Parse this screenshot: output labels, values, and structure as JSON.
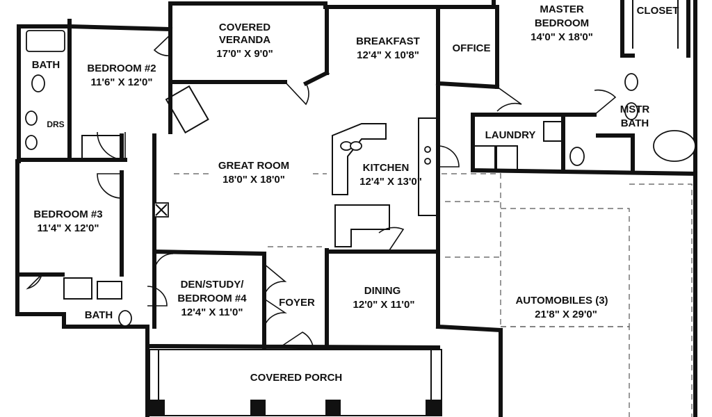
{
  "rooms": {
    "covered_veranda": {
      "name_line1": "COVERED",
      "name_line2": "VERANDA",
      "size": "17'0\" X 9'0\""
    },
    "breakfast": {
      "name": "BREAKFAST",
      "size": "12'4\" X 10'8\""
    },
    "office": {
      "name": "OFFICE"
    },
    "master_bedroom": {
      "name_line1": "MASTER",
      "name_line2": "BEDROOM",
      "size": "14'0\" X 18'0\""
    },
    "closet": {
      "name": "CLOSET"
    },
    "bath_1": {
      "name": "BATH"
    },
    "bedroom_2": {
      "name": "BEDROOM #2",
      "size": "11'6\" X 12'0\""
    },
    "drs": {
      "name": "DRS"
    },
    "great_room": {
      "name": "GREAT ROOM",
      "size": "18'0\" X 18'0\""
    },
    "kitchen": {
      "name": "KITCHEN",
      "size": "12'4\" X 13'0\""
    },
    "laundry": {
      "name": "LAUNDRY"
    },
    "mstr_bath": {
      "name_line1": "MSTR",
      "name_line2": "BATH"
    },
    "bedroom_3": {
      "name": "BEDROOM #3",
      "size": "11'4\" X 12'0\""
    },
    "den": {
      "name_line1": "DEN/STUDY/",
      "name_line2": "BEDROOM #4",
      "size": "12'4\" X 11'0\""
    },
    "foyer": {
      "name": "FOYER"
    },
    "dining": {
      "name": "DINING",
      "size": "12'0\" X 11'0\""
    },
    "automobiles": {
      "name": "AUTOMOBILES (3)",
      "size": "21'8\" X 29'0\""
    },
    "bath_2": {
      "name": "BATH"
    },
    "covered_porch": {
      "name": "COVERED PORCH"
    }
  }
}
